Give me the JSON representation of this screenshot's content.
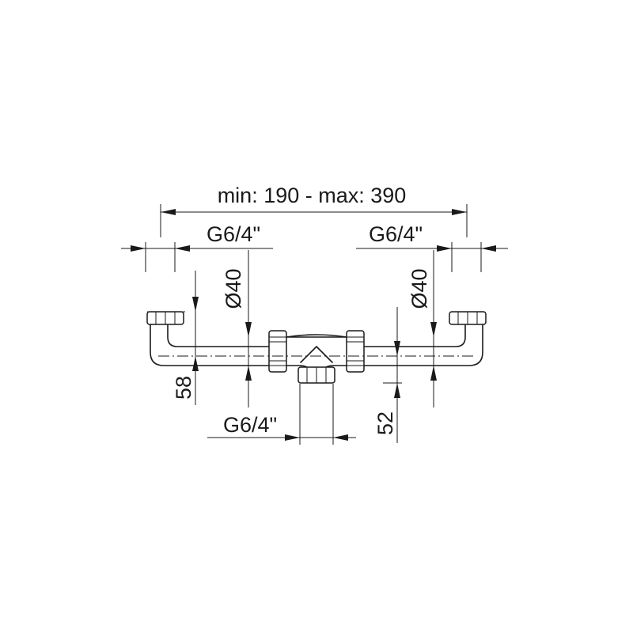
{
  "dimensions": {
    "overall_width": "min: 190 - max: 390",
    "left_inlet_thread": "G6/4\"",
    "right_inlet_thread": "G6/4\"",
    "outlet_thread": "G6/4\"",
    "left_pipe_diameter": "Ø40",
    "right_pipe_diameter": "Ø40",
    "inlet_height": "58",
    "outlet_height": "52"
  },
  "colors": {
    "line": "#1a1a1a",
    "background": "#ffffff"
  }
}
